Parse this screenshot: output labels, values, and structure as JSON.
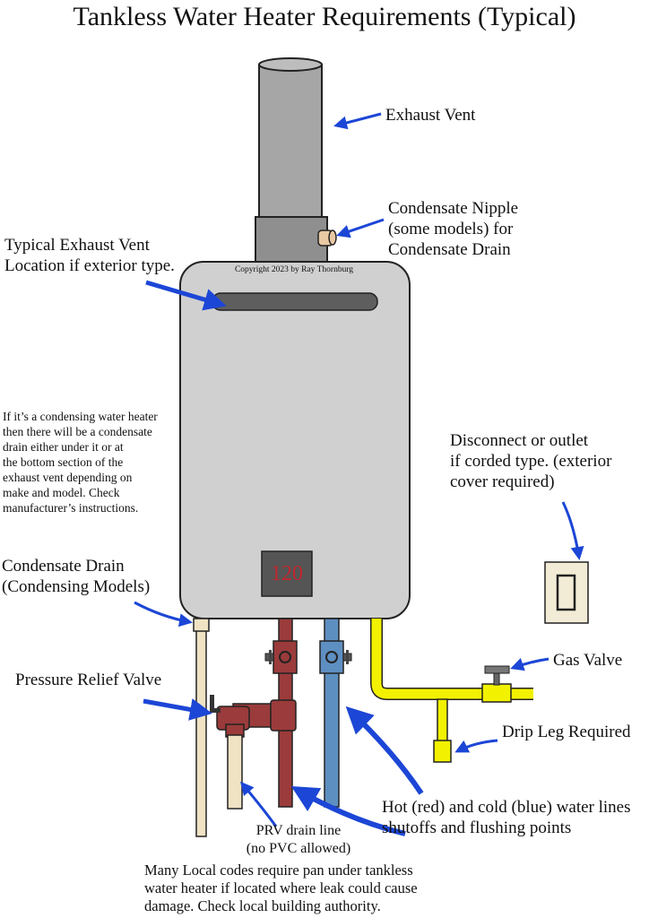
{
  "title": "Tankless Water Heater Requirements (Typical)",
  "copyright": "Copyright 2023 by Ray Thornburg",
  "display_reading": "120",
  "labels": {
    "exhaust_vent": "Exhaust Vent",
    "condensate_nipple": [
      "Condensate Nipple",
      "(some models) for",
      "Condensate Drain"
    ],
    "exhaust_vent_location": [
      "Typical  Exhaust Vent",
      "Location if exterior type."
    ],
    "condensing_note": [
      "If it’s a condensing water heater",
      "then there will be a condensate",
      "drain either under it or at",
      "the bottom section of the",
      "exhaust vent depending on",
      "make and model. Check",
      "manufacturer’s instructions."
    ],
    "disconnect": [
      "Disconnect or outlet",
      "if corded type. (exterior",
      "cover required)"
    ],
    "condensate_drain": [
      "Condensate Drain",
      "(Condensing Models)"
    ],
    "gas_valve": "Gas Valve",
    "pressure_relief_valve": "Pressure Relief Valve",
    "drip_leg": "Drip Leg Required",
    "water_lines": [
      "Hot (red) and cold (blue) water lines",
      "shutoffs and flushing points"
    ],
    "prv_drain": [
      "PRV drain line",
      "(no PVC allowed)"
    ],
    "pan_note": [
      "Many Local codes require pan under tankless",
      "water heater if located where leak could cause",
      "damage. Check local building authority."
    ]
  },
  "colors": {
    "heater_body": "#d0d0d0",
    "vent_pipe": "#a6a6a6",
    "vent_collar": "#8f8f8f",
    "display": "#555555",
    "display_text": "#c0262d",
    "hot_line": "#9b3b3b",
    "cold_line": "#5e8fc1",
    "gas_line": "#f2f200",
    "drain_line": "#efe3c4",
    "arrow": "#1c46d6"
  }
}
